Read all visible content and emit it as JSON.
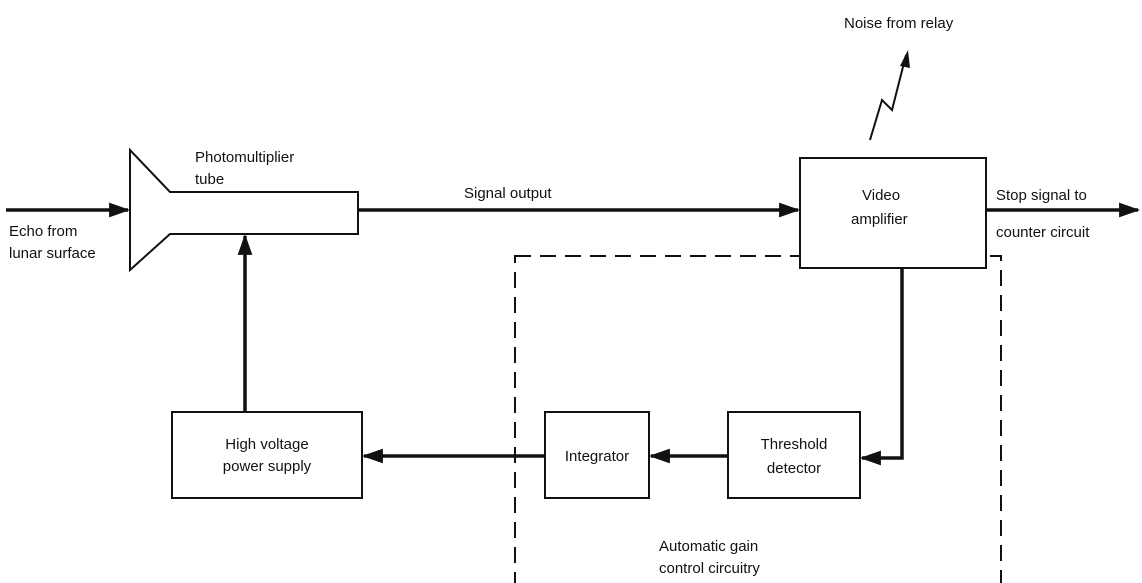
{
  "inputs": {
    "echo_line1": "Echo from",
    "echo_line2": "lunar surface"
  },
  "photomultiplier": {
    "line1": "Photomultiplier",
    "line2": "tube"
  },
  "signal_output": "Signal output",
  "noise": "Noise from relay",
  "video_amplifier": {
    "line1": "Video",
    "line2": "amplifier"
  },
  "output": {
    "line1": "Stop signal to",
    "line2": "counter circuit"
  },
  "high_voltage": {
    "line1": "High voltage",
    "line2": "power supply"
  },
  "integrator": "Integrator",
  "threshold": {
    "line1": "Threshold",
    "line2": "detector"
  },
  "agc": {
    "line1": "Automatic gain",
    "line2": "control circuitry"
  }
}
